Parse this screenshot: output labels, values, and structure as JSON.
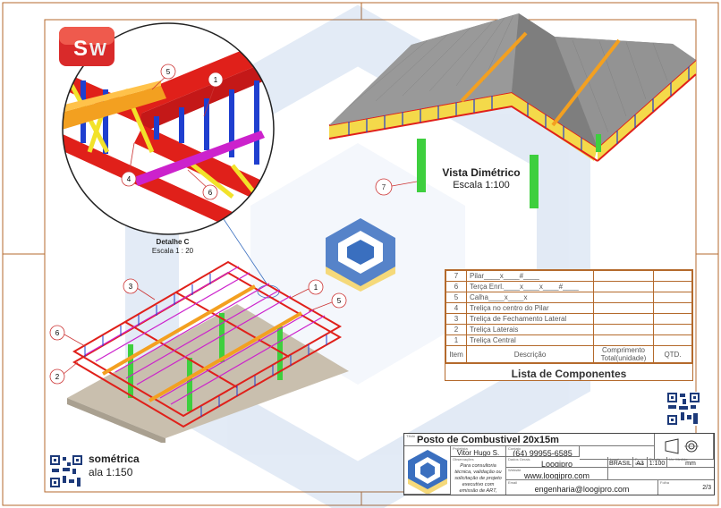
{
  "views": {
    "dimetric": {
      "title": "Vista Dimétrico",
      "scale": "Escala 1:100"
    },
    "detail": {
      "title": "Detalhe C",
      "scale": "Escala 1 : 20"
    },
    "isometric": {
      "title": "sométrica",
      "scale": "ala 1:150"
    }
  },
  "balloons": {
    "dimetric_7": "7",
    "detail": [
      "1",
      "4",
      "5",
      "6"
    ],
    "iso": [
      "1",
      "2",
      "3",
      "5",
      "6"
    ]
  },
  "components": {
    "title": "Lista de Componentes",
    "headers": {
      "item": "Item",
      "description": "Descrição",
      "length": "Comprimento Total(unidade)",
      "qty": "QTD."
    },
    "rows": [
      {
        "item": "7",
        "description": "Pilar____x____#____"
      },
      {
        "item": "6",
        "description": "Terça Enrl.____x____x____#____"
      },
      {
        "item": "5",
        "description": "Calha____x____x"
      },
      {
        "item": "4",
        "description": "Treliça no centro do Pilar"
      },
      {
        "item": "3",
        "description": "Treliça de Fechamento Lateral"
      },
      {
        "item": "2",
        "description": "Treliça Laterais"
      },
      {
        "item": "1",
        "description": "Treliça Central"
      }
    ]
  },
  "title_block": {
    "project": "Posto de Combustivel 20x15m",
    "author": "Vitor Hugo S. Luz",
    "phone": "(64) 99955-6585",
    "company": "Loogipro",
    "website": "www.loogipro.com",
    "email": "engenharia@loogipro.com",
    "notes": "Para consultoria técnica, validação ou solicitação de projeto executivo com emissão de ART, entre em contato:",
    "country": "BRASIL",
    "sheet_size": "A3",
    "scale": "1:100",
    "unit": "mm",
    "sheet": "2/3",
    "labels": {
      "title": "Título",
      "author": "Projetista",
      "phone": "Contato",
      "company": "Dados Gerais",
      "notes": "Observações",
      "website": "Website",
      "email": "Email",
      "country": "Local",
      "size": "F. Folha",
      "scale": "Escala",
      "unit": "Un. Medida",
      "sheet": "Folha"
    }
  },
  "colors": {
    "border": "#b46a2c",
    "truss_red": "#e0201a",
    "truss_blue": "#1f3fcf",
    "truss_yellow": "#f2e22a",
    "purlin_magenta": "#cc22cc",
    "gutter_orange": "#f3a020",
    "column_green": "#3ecf3e",
    "roof_gray": "#8a8a8a",
    "slab": "#c9bfae"
  },
  "icons": [
    "solidworks-logo-icon",
    "loogipro-logo-icon",
    "qr-code-icon",
    "projection-symbol-icon"
  ]
}
